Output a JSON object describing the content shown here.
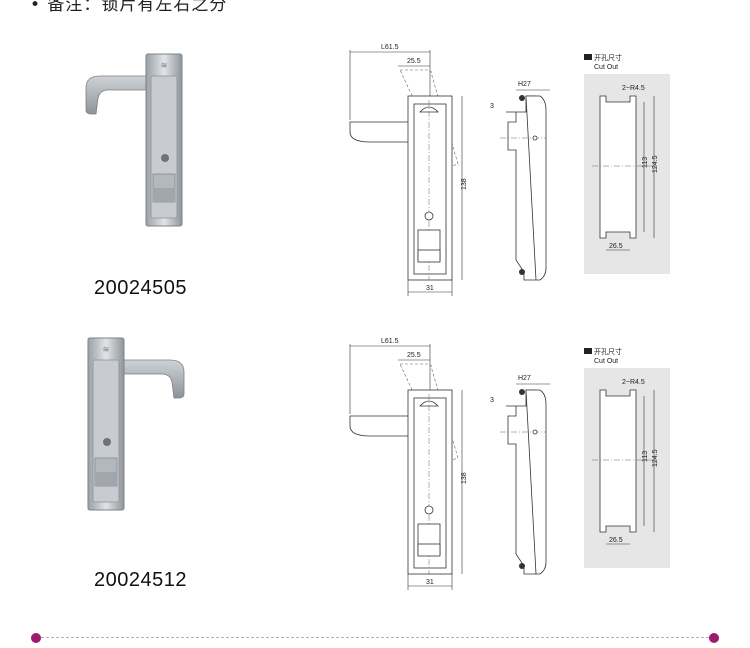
{
  "header": {
    "note": "• 备注：锁片有左右之分"
  },
  "products": [
    {
      "code": "20024505",
      "drawing": {
        "L": "L61.5",
        "offset": "25.5",
        "height": "138",
        "width": "31",
        "H": "H27",
        "three": "3",
        "cut_title_cn": "开孔尺寸",
        "cut_title_en": "Cut Out",
        "radius": "2~R4.5",
        "inner": "113",
        "outer": "124.5",
        "cut_width": "26.5"
      }
    },
    {
      "code": "20024512",
      "drawing": {
        "L": "L61.5",
        "offset": "25.5",
        "height": "138",
        "width": "31",
        "H": "H27",
        "three": "3",
        "cut_title_cn": "开孔尺寸",
        "cut_title_en": "Cut Out",
        "radius": "2~R4.5",
        "inner": "113",
        "outer": "124.5",
        "cut_width": "26.5"
      }
    }
  ],
  "colors": {
    "accent_dot": "#9c1b6b",
    "divider": "#c9a4bd",
    "cutout_bg": "#e6e6e6"
  }
}
